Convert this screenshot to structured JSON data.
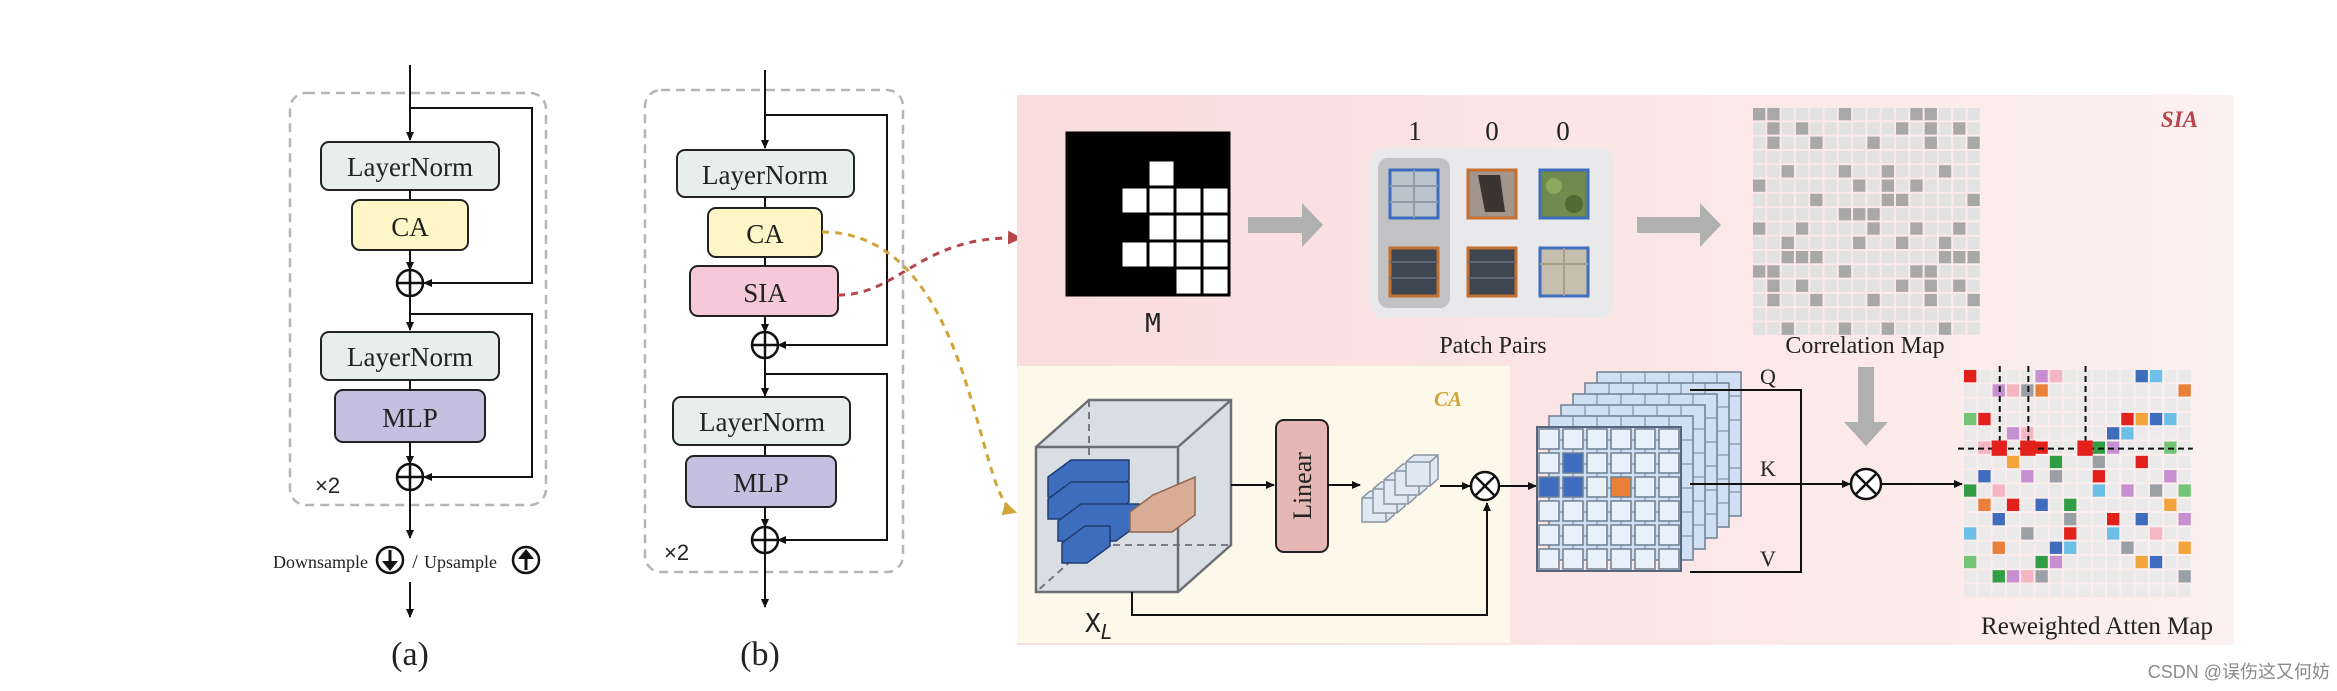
{
  "panel_a": {
    "layernorm1": "LayerNorm",
    "ca": "CA",
    "layernorm2": "LayerNorm",
    "mlp": "MLP",
    "repeat": "×2",
    "downsample": "Downsample",
    "slash": "/",
    "upsample": "Upsample",
    "caption": "(a)"
  },
  "panel_b": {
    "layernorm1": "LayerNorm",
    "ca": "CA",
    "sia": "SIA",
    "layernorm2": "LayerNorm",
    "mlp": "MLP",
    "repeat": "×2",
    "caption": "(b)"
  },
  "sia_region": {
    "tag": "SIA",
    "mask_label": "M",
    "pair_labels": [
      "1",
      "0",
      "0"
    ],
    "patch_pairs_label": "Patch Pairs",
    "correlation_label": "Correlation Map",
    "reweighted_label": "Reweighted Atten Map"
  },
  "ca_region": {
    "tag": "CA",
    "linear": "Linear",
    "input_label": "X",
    "input_subscript": "L"
  },
  "qkv": {
    "q": "Q",
    "k": "K",
    "v": "V"
  },
  "watermark": "CSDN @误伤这又何妨",
  "colors": {
    "layernorm_fill": "#e8eeec",
    "ca_fill": "#fff6c8",
    "sia_fill": "#f5c9da",
    "mlp_fill": "#c6c0e0",
    "sia_bg": "#fbe6e6",
    "ca_bg": "#fdf9ea",
    "sia_tag": "#b5474a",
    "ca_tag": "#d1a43a",
    "blue_cube": "#3e6dbd",
    "orange_cube": "#e8803a",
    "highlight_red": "#e2201c"
  }
}
